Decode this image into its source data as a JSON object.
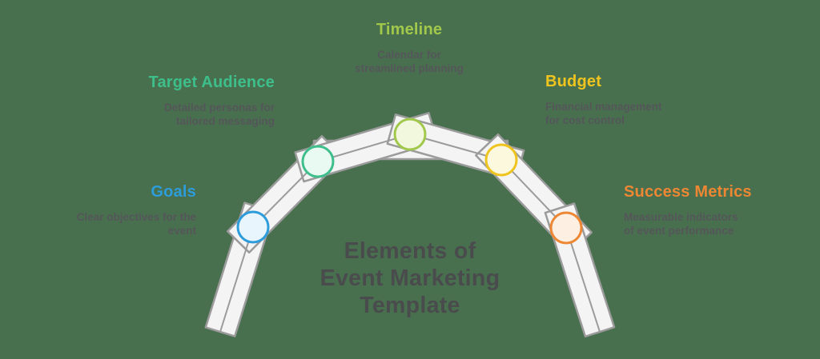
{
  "background_color": "#48704E",
  "title": {
    "lines": [
      "Elements of",
      "Event Marketing",
      "Template"
    ],
    "color": "#4A4B4D"
  },
  "ribbon": {
    "fill": "#F4F4F4",
    "stroke": "#9B9B9B"
  },
  "items": [
    {
      "id": "goals",
      "label": "Goals",
      "accent_color": "#2D9CDB",
      "node_fill": "#E8F5FD",
      "description_lines": [
        "Clear objectives for the",
        "event"
      ]
    },
    {
      "id": "target-audience",
      "label": "Target Audience",
      "accent_color": "#3EBE8B",
      "node_fill": "#E9FAF2",
      "description_lines": [
        "Detailed personas for",
        "tailored messaging"
      ]
    },
    {
      "id": "timeline",
      "label": "Timeline",
      "accent_color": "#A1C84B",
      "node_fill": "#F1F8DD",
      "description_lines": [
        "Calendar for",
        "streamlined planning"
      ]
    },
    {
      "id": "budget",
      "label": "Budget",
      "accent_color": "#EFC41E",
      "node_fill": "#FBF8DD",
      "description_lines": [
        "Financial management",
        "for cost control"
      ]
    },
    {
      "id": "success-metrics",
      "label": "Success Metrics",
      "accent_color": "#ED8733",
      "node_fill": "#FDF0E2",
      "description_lines": [
        "Measurable indicators",
        "of event performance"
      ]
    }
  ]
}
